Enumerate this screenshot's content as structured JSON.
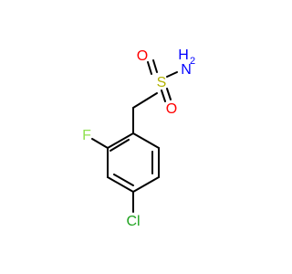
{
  "molecule": {
    "colors": {
      "bond": "#000000",
      "S": "#b2b200",
      "O": "#ff0000",
      "N": "#0000ff",
      "F": "#90e050",
      "Cl": "#1fa31f"
    },
    "atoms": {
      "S": "S",
      "O1": "O",
      "O2": "O",
      "N": "N",
      "H2": "H",
      "H2_count": "2",
      "F": "F",
      "Cl": "Cl"
    }
  }
}
